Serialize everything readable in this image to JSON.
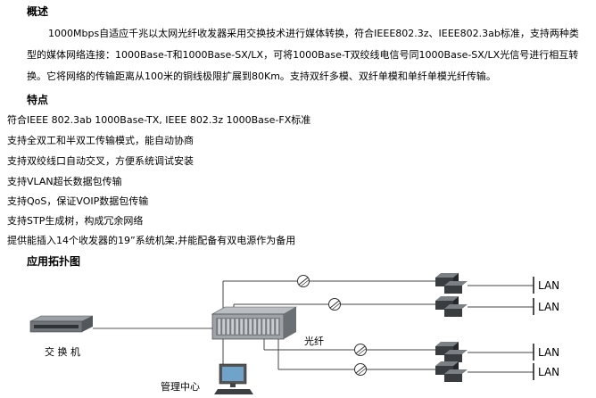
{
  "overview": {
    "title": "概述",
    "paragraph": "1000Mbps自适应千兆以太网光纤收发器采用交换技术进行媒体转换，符合IEEE802.3z、IEEE802.3ab标准，支持两种类型的媒体网络连接：1000Base-T和1000Base-SX/LX，可将1000Base-T双绞线电信号同1000Base-SX/LX光信号进行相互转换。它将网络的传输距离从100米的铜线极限扩展到80Km。支持双纤多模、双纤单模和单纤单模光纤传输。"
  },
  "features": {
    "title": "特点",
    "items": [
      "符合IEEE 802.3ab 1000Base-TX, IEEE 802.3z 1000Base-FX标准",
      "支持全双工和半双工传输模式，能自动协商",
      "支持双绞线口自动交叉，方便系统调试安装",
      "支持VLAN超长数据包传输",
      "支持QoS，保证VOIP数据包传输",
      "支持STP生成树，构成冗余网络",
      "提供能插入14个收发器的19”系统机架,并能配备有双电源作为备用"
    ]
  },
  "topology": {
    "title": "应用拓扑图",
    "switch_label": "交 换 机",
    "mgmt_label": "管理中心",
    "fiber_label": "光纤",
    "lan_labels": [
      "LAN",
      "LAN",
      "LAN",
      "LAN"
    ]
  }
}
